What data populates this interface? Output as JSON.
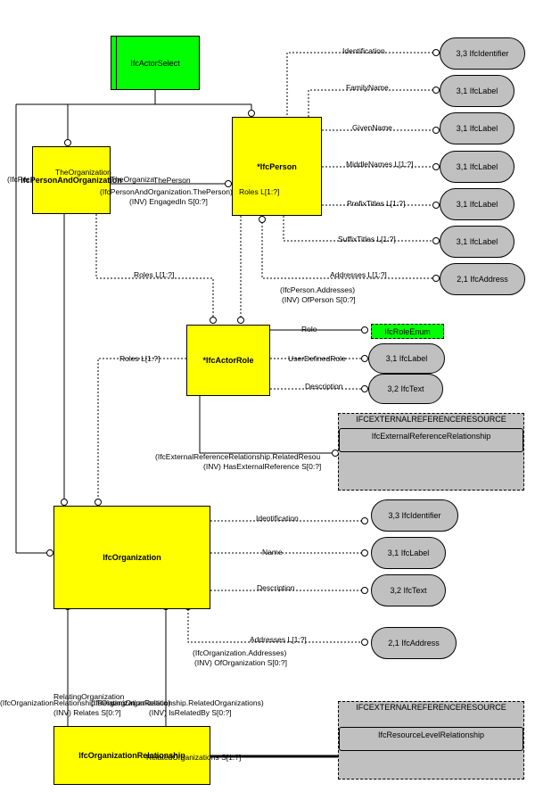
{
  "entities": {
    "actor_select": "IfcActorSelect",
    "person_and_org": "IfcPersonAndOrganization",
    "person": "*IfcPerson",
    "actor_role": "*IfcActorRole",
    "organization": "IfcOrganization",
    "org_relationship": "IfcOrganizationRelationship"
  },
  "types": {
    "person_identification": "3,3 IfcIdentifier",
    "person_familyname": "3,1 IfcLabel",
    "person_givenname": "3,1 IfcLabel",
    "person_middlenames": "3,1 IfcLabel",
    "person_prefixtitles": "3,1 IfcLabel",
    "person_suffixtitles": "3,1 IfcLabel",
    "person_addresses": "2,1 IfcAddress",
    "role_enum": "IfcRoleEnum",
    "role_userdefined": "3,1 IfcLabel",
    "role_description": "3,2 IfcText",
    "org_identification": "3,3 IfcIdentifier",
    "org_name": "3,1 IfcLabel",
    "org_description": "3,2 IfcText",
    "org_addresses": "2,1 IfcAddress"
  },
  "external_refs": {
    "ref1_title": "IFCEXTERNALREFERENCERESOURCE",
    "ref1_item": "IfcExternalReferenceRelationship",
    "ref2_title": "IFCEXTERNALREFERENCERESOURCE",
    "ref2_item": "IfcResourceLevelRelationship"
  },
  "labels": {
    "identification_p": "Identification",
    "familyname": "FamilyName",
    "givenname": "GivenName",
    "middlenames": "MiddleNames L[1:?]",
    "prefixtitles": "PrefixTitles L[1:?]",
    "suffixtitles": "SuffixTitles L[1:?]",
    "addresses_p": "Addresses L[1:?]",
    "inv_person_addresses": "(IfcPerson.Addresses)",
    "inv_ofperson": "(INV) OfPerson S[0:?]",
    "the_organization": "TheOrganization",
    "ifcpersonandorg_prefix": "(IfcPer",
    "the_organization2": "TheOrganiza",
    "the_person": "ThePerson",
    "inv_pao_theperson": "(IfcPersonAndOrganization.ThePerson)",
    "inv_engagedin": "(INV) EngagedIn S[0:?]",
    "roles_person": "Roles L[1:?]",
    "roles_pao": "Roles L[1:?]",
    "role": "Role",
    "userdefinedrole": "UserDefinedRole",
    "description_role": "Description",
    "roles_org": "Roles L[1:?]",
    "inv_extref": "(IfcExternalReferenceRelationship.RelatedResou",
    "inv_hasextref": "(INV) HasExternalReference S[0:?]",
    "identification_o": "Identification",
    "name_o": "Name",
    "description_o": "Description",
    "addresses_o": "Addresses L[1:?]",
    "inv_org_addresses": "(IfcOrganization.Addresses)",
    "inv_oforganization": "(INV) OfOrganization S[0:?]",
    "relating_org": "RelatingOrganization",
    "inv_orgrel_relating": "(IfcOrganizationRelationship.RelatingOrganization)",
    "inv_orgrel_related": "(IfcOrganizationRelationship.RelatedOrganizations)",
    "inv_relates": "(INV) Relates S[0:?]",
    "inv_isrelatedby": "(INV) IsRelatedBy S[0:?]",
    "related_orgs": "RelatedOrganizations S[1:?]"
  }
}
